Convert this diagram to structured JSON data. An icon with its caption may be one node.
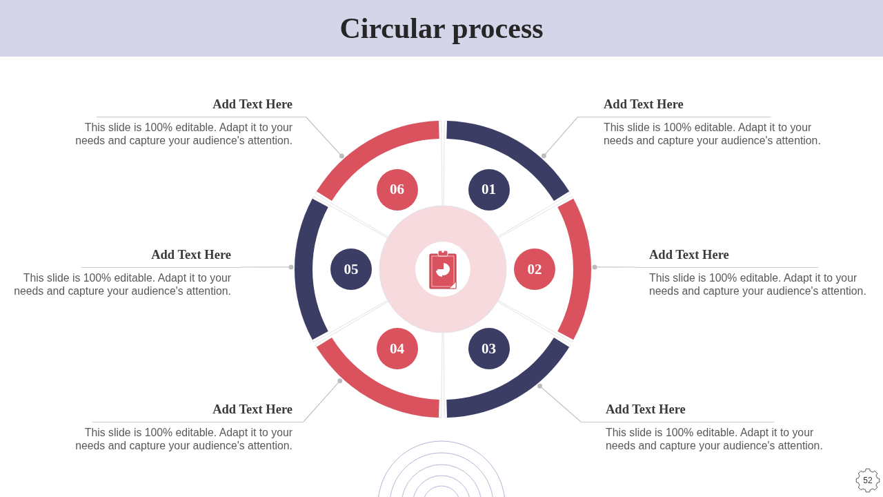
{
  "diagram": {
    "title": "Circular process",
    "nodes": [
      {
        "text": [
          "01"
        ]
      },
      {
        "text": [
          "02"
        ]
      },
      {
        "text": [
          "03"
        ]
      },
      {
        "text": [
          "04"
        ]
      },
      {
        "text": [
          "05"
        ]
      },
      {
        "text": [
          "06"
        ]
      },
      {
        "text": [
          "Add Text Here",
          "This slide is 100% editable. Adapt it to your needs and capture your audience's attention."
        ]
      },
      {
        "text": [
          "Add Text Here",
          "This slide is 100% editable. Adapt it to your needs and capture your audience's attention."
        ]
      },
      {
        "text": [
          "Add Text Here",
          "This slide is 100% editable. Adapt it to your needs and capture your audience's attention."
        ]
      },
      {
        "text": [
          "Add Text Here",
          "This slide is 100% editable. Adapt it to your needs and capture your audience's attention."
        ]
      },
      {
        "text": [
          "Add Text Here",
          "This slide is 100% editable. Adapt it to your needs and capture your audience's attention."
        ]
      },
      {
        "text": [
          "Add Text Here",
          "This slide is 100% editable. Adapt it to your needs and capture your audience's attention."
        ]
      }
    ],
    "edges": [
      {
        "from": 6,
        "to": 0,
        "arrow": "other"
      },
      {
        "from": 7,
        "to": 1,
        "arrow": "other"
      },
      {
        "from": 8,
        "to": 2,
        "arrow": "other"
      },
      {
        "from": 9,
        "to": 3,
        "arrow": "other"
      },
      {
        "from": 10,
        "to": 4,
        "arrow": "other"
      },
      {
        "from": 11,
        "to": 5,
        "arrow": "other"
      }
    ],
    "labels": [
      "52"
    ]
  }
}
